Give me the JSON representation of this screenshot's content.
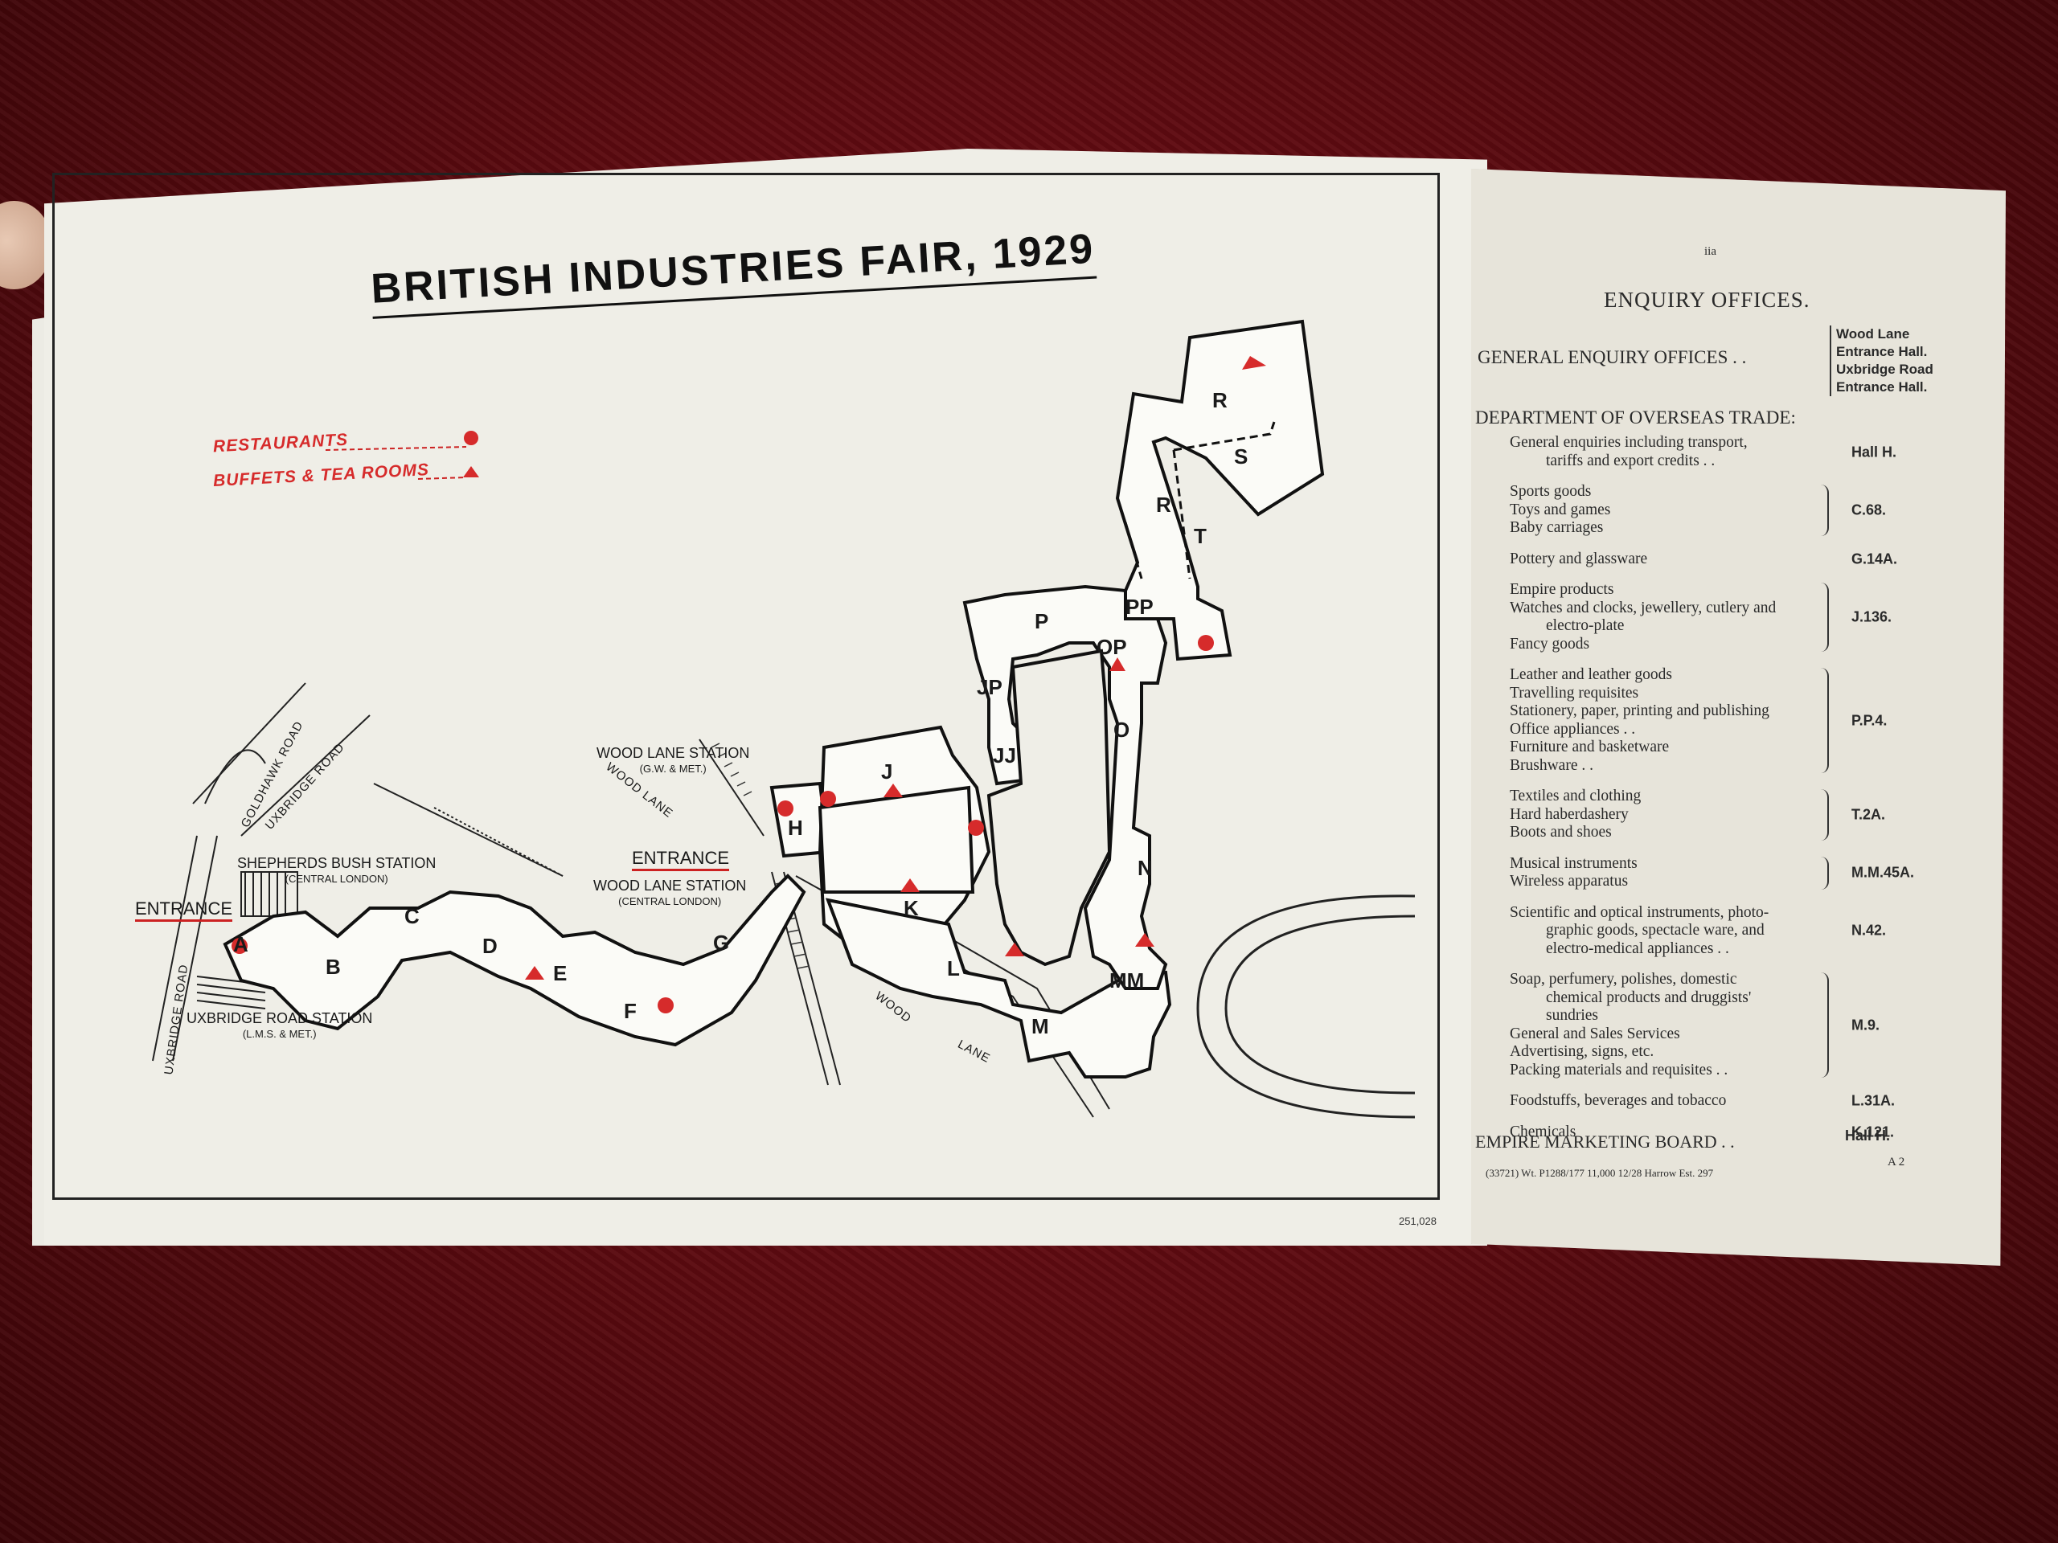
{
  "map": {
    "title": "BRITISH INDUSTRIES FAIR, 1929",
    "key": {
      "restaurants": "RESTAURANTS",
      "buffets": "BUFFETS & TEA ROOMS"
    },
    "halls": [
      "A",
      "B",
      "C",
      "D",
      "E",
      "F",
      "G",
      "H",
      "J",
      "K",
      "L",
      "M",
      "MM",
      "N",
      "O",
      "OP",
      "P",
      "PP",
      "JP",
      "JJ",
      "R",
      "S",
      "T"
    ],
    "stations": {
      "shepherds_bush": "SHEPHERDS BUSH STATION",
      "shepherds_bush_sub": "(CENTRAL LONDON)",
      "wood_lane_gw": "WOOD LANE STATION",
      "wood_lane_gw_sub": "(G.W. & MET.)",
      "wood_lane_cl": "WOOD LANE STATION",
      "wood_lane_cl_sub": "(CENTRAL LONDON)",
      "uxbridge_road": "UXBRIDGE ROAD STATION",
      "uxbridge_road_sub": "(L.M.S. & MET.)"
    },
    "roads": {
      "goldhawk": "GOLDHAWK ROAD",
      "uxbridge_top": "UXBRIDGE ROAD",
      "uxbridge_left": "UXBRIDGE ROAD",
      "wood_lane_top": "WOOD LANE",
      "wood_lane_bottom_1": "WOOD",
      "wood_lane_bottom_2": "LANE"
    },
    "entrances": [
      "ENTRANCE",
      "ENTRANCE"
    ],
    "ref_number": "251,028",
    "colors": {
      "marker_red": "#d62b2b",
      "ink": "#1a1a1a"
    }
  },
  "enquiry": {
    "page_number": "iia",
    "heading": "ENQUIRY OFFICES.",
    "general_label": "GENERAL ENQUIRY OFFICES . .",
    "general_locations": [
      "Wood Lane",
      "Entrance Hall.",
      "Uxbridge Road",
      "Entrance Hall."
    ],
    "dept_heading": "DEPARTMENT OF OVERSEAS TRADE:",
    "groups": [
      {
        "items": [
          "General enquiries including transport,",
          "tariffs and export credits . ."
        ],
        "code": "Hall H."
      },
      {
        "items": [
          "Sports goods",
          "Toys and games",
          "Baby carriages"
        ],
        "code": "C.68."
      },
      {
        "items": [
          "Pottery and glassware"
        ],
        "code": "G.14A."
      },
      {
        "items": [
          "Empire products",
          "Watches and clocks, jewellery, cutlery and",
          "electro-plate",
          "Fancy goods"
        ],
        "code": "J.136."
      },
      {
        "items": [
          "Leather and leather goods",
          "Travelling requisites",
          "Stationery, paper, printing and publishing",
          "Office appliances . .",
          "Furniture and basketware",
          "Brushware . ."
        ],
        "code": "P.P.4."
      },
      {
        "items": [
          "Textiles and clothing",
          "Hard haberdashery",
          "Boots and shoes"
        ],
        "code": "T.2A."
      },
      {
        "items": [
          "Musical instruments",
          "Wireless apparatus"
        ],
        "code": "M.M.45A."
      },
      {
        "items": [
          "Scientific and optical instruments, photo-",
          "graphic goods, spectacle ware, and",
          "electro-medical appliances . ."
        ],
        "code": "N.42."
      },
      {
        "items": [
          "Soap, perfumery, polishes, domestic",
          "chemical products and druggists'",
          "sundries",
          "General and Sales Services",
          "Advertising, signs, etc.",
          "Packing materials and requisites . ."
        ],
        "code": "M.9."
      },
      {
        "items": [
          "Foodstuffs, beverages and tobacco"
        ],
        "code": "L.31A."
      },
      {
        "items": [
          "Chemicals"
        ],
        "code": "K.121."
      }
    ],
    "emb_label": "EMPIRE MARKETING BOARD . .",
    "emb_code": "Hall H.",
    "footer_print": "(33721) Wt. P1288/177 11,000 12/28 Harrow Est. 297",
    "footer_sig": "A 2"
  }
}
